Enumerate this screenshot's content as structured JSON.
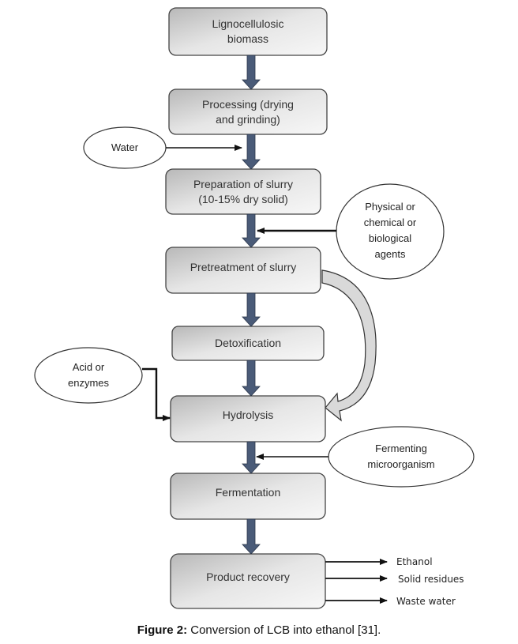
{
  "colors": {
    "block_arrow": "#4a5b78",
    "box_stroke": "#444444",
    "box_fill_light": "#f4f4f4",
    "box_fill_dark": "#bdbdbd",
    "curved_arrow_fill": "#d9d9d9"
  },
  "process_steps": [
    {
      "id": "lignocellulosic-biomass",
      "lines": [
        "Lignocellulosic",
        "biomass"
      ]
    },
    {
      "id": "processing",
      "lines": [
        "Processing (drying",
        "and grinding)"
      ]
    },
    {
      "id": "preparation-of-slurry",
      "lines": [
        "Preparation of slurry",
        "(10-15% dry solid)"
      ]
    },
    {
      "id": "pretreatment-of-slurry",
      "lines": [
        "Pretreatment of slurry"
      ]
    },
    {
      "id": "detoxification",
      "lines": [
        "Detoxification"
      ]
    },
    {
      "id": "hydrolysis",
      "lines": [
        "Hydrolysis"
      ]
    },
    {
      "id": "fermentation",
      "lines": [
        "Fermentation"
      ]
    },
    {
      "id": "product-recovery",
      "lines": [
        "Product recovery"
      ]
    }
  ],
  "inputs": [
    {
      "id": "water",
      "lines": [
        "Water"
      ],
      "feeds": "preparation-of-slurry"
    },
    {
      "id": "physical-chemical-biological-agents",
      "lines": [
        "Physical or",
        "chemical or",
        "biological",
        "agents"
      ],
      "feeds": "pretreatment-of-slurry"
    },
    {
      "id": "acid-or-enzymes",
      "lines": [
        "Acid or",
        "enzymes"
      ],
      "feeds": "hydrolysis"
    },
    {
      "id": "fermenting-microorganism",
      "lines": [
        "Fermenting",
        "microorganism"
      ],
      "feeds": "fermentation"
    }
  ],
  "bypass": {
    "from": "pretreatment-of-slurry",
    "to": "hydrolysis"
  },
  "outputs": [
    "Ethanol",
    "Solid residues",
    "Waste water"
  ],
  "caption": {
    "label": "Figure 2:",
    "text": " Conversion  of LCB into ethanol [31]."
  }
}
